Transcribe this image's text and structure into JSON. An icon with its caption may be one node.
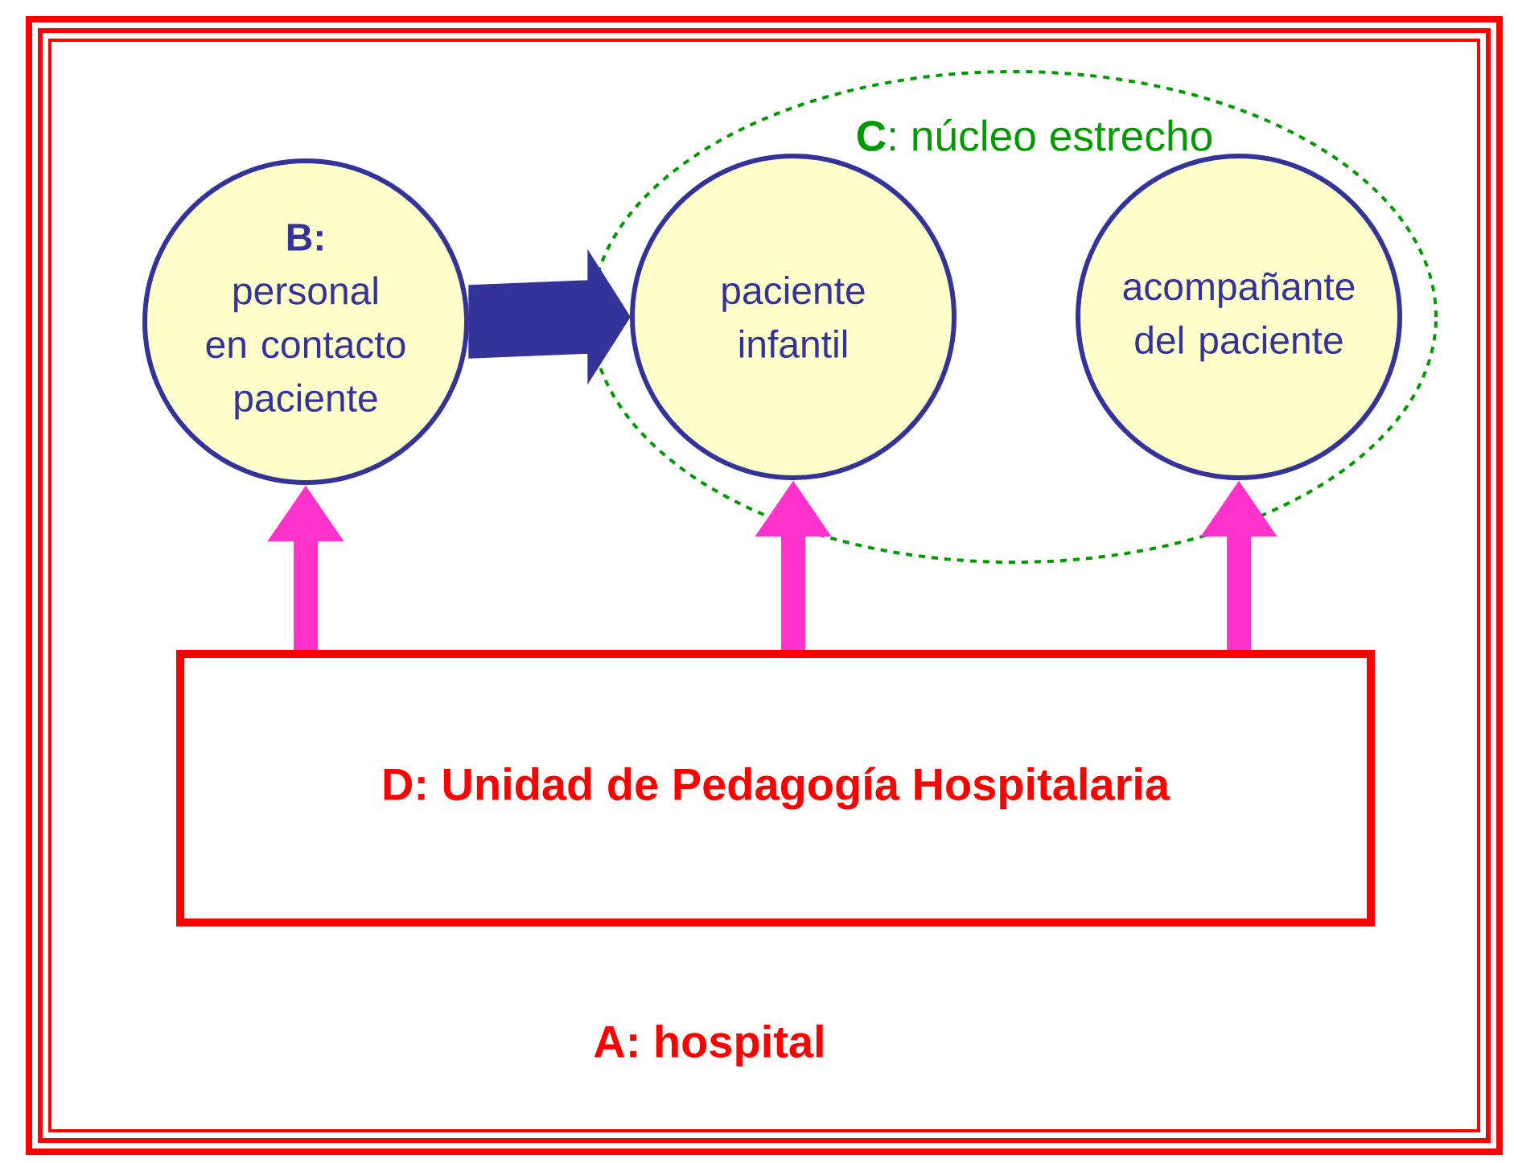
{
  "diagram": {
    "nodes": [
      {
        "text": [
          "A: hospital"
        ]
      },
      {
        "text": [
          "B:",
          "personal en contacto paciente"
        ],
        "in": 0
      },
      {
        "text": [
          "**C**: núcleo estrecho"
        ],
        "in": 0
      },
      {
        "text": [
          "paciente infantil"
        ],
        "in": 2
      },
      {
        "text": [
          "acompañante del paciente"
        ],
        "in": 2
      },
      {
        "text": [
          "D: Unidad de Pedagogía Hospitalaria"
        ],
        "in": 0
      }
    ],
    "edges": [
      {
        "from": 1,
        "to": 3,
        "arrow": "to",
        "style": "thick",
        "color": "#333399"
      },
      {
        "from": 5,
        "to": 1,
        "arrow": "to"
      },
      {
        "from": 5,
        "to": 3,
        "arrow": "to"
      },
      {
        "from": 5,
        "to": 4,
        "arrow": "to"
      }
    ]
  }
}
